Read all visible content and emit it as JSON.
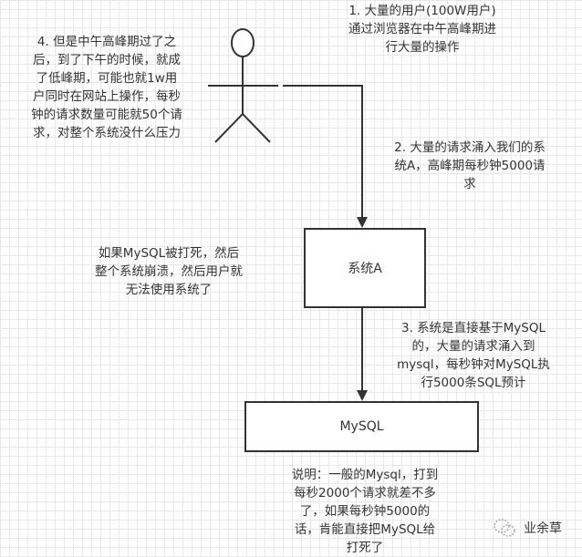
{
  "notes": {
    "step1": [
      "1. 大量的用户(100W用户)",
      "通过浏览器在中午高峰期进",
      "行大量的操作"
    ],
    "step2": [
      "2. 大量的请求涌入我们的系",
      "统A，高峰期每秒钟5000请",
      "求"
    ],
    "step3": [
      "3. 系统是直接基于MySQL",
      "的，大量的请求涌入到",
      "mysql，每秒钟对MySQL执",
      "行5000条SQL预计"
    ],
    "step4": [
      "4. 但是中午高峰期过了之",
      "后，到了下午的时候，就成",
      "了低峰期，可能也就1w用",
      "户同时在网站上操作，每秒",
      "钟的请求数量可能就50个请",
      "求，对整个系统没什么压力"
    ],
    "crash": [
      "如果MySQL被打死，然后",
      "整个系统崩溃，然后用户就",
      "无法使用系统了"
    ],
    "explain": [
      "说明：一般的Mysql，打到",
      "每秒2000个请求就差不多",
      "了，如果每秒钟5000的",
      "话，肯能直接把MySQL给",
      "打死了"
    ]
  },
  "nodes": {
    "system_a": "系统A",
    "mysql": "MySQL"
  },
  "watermark": "业余草"
}
